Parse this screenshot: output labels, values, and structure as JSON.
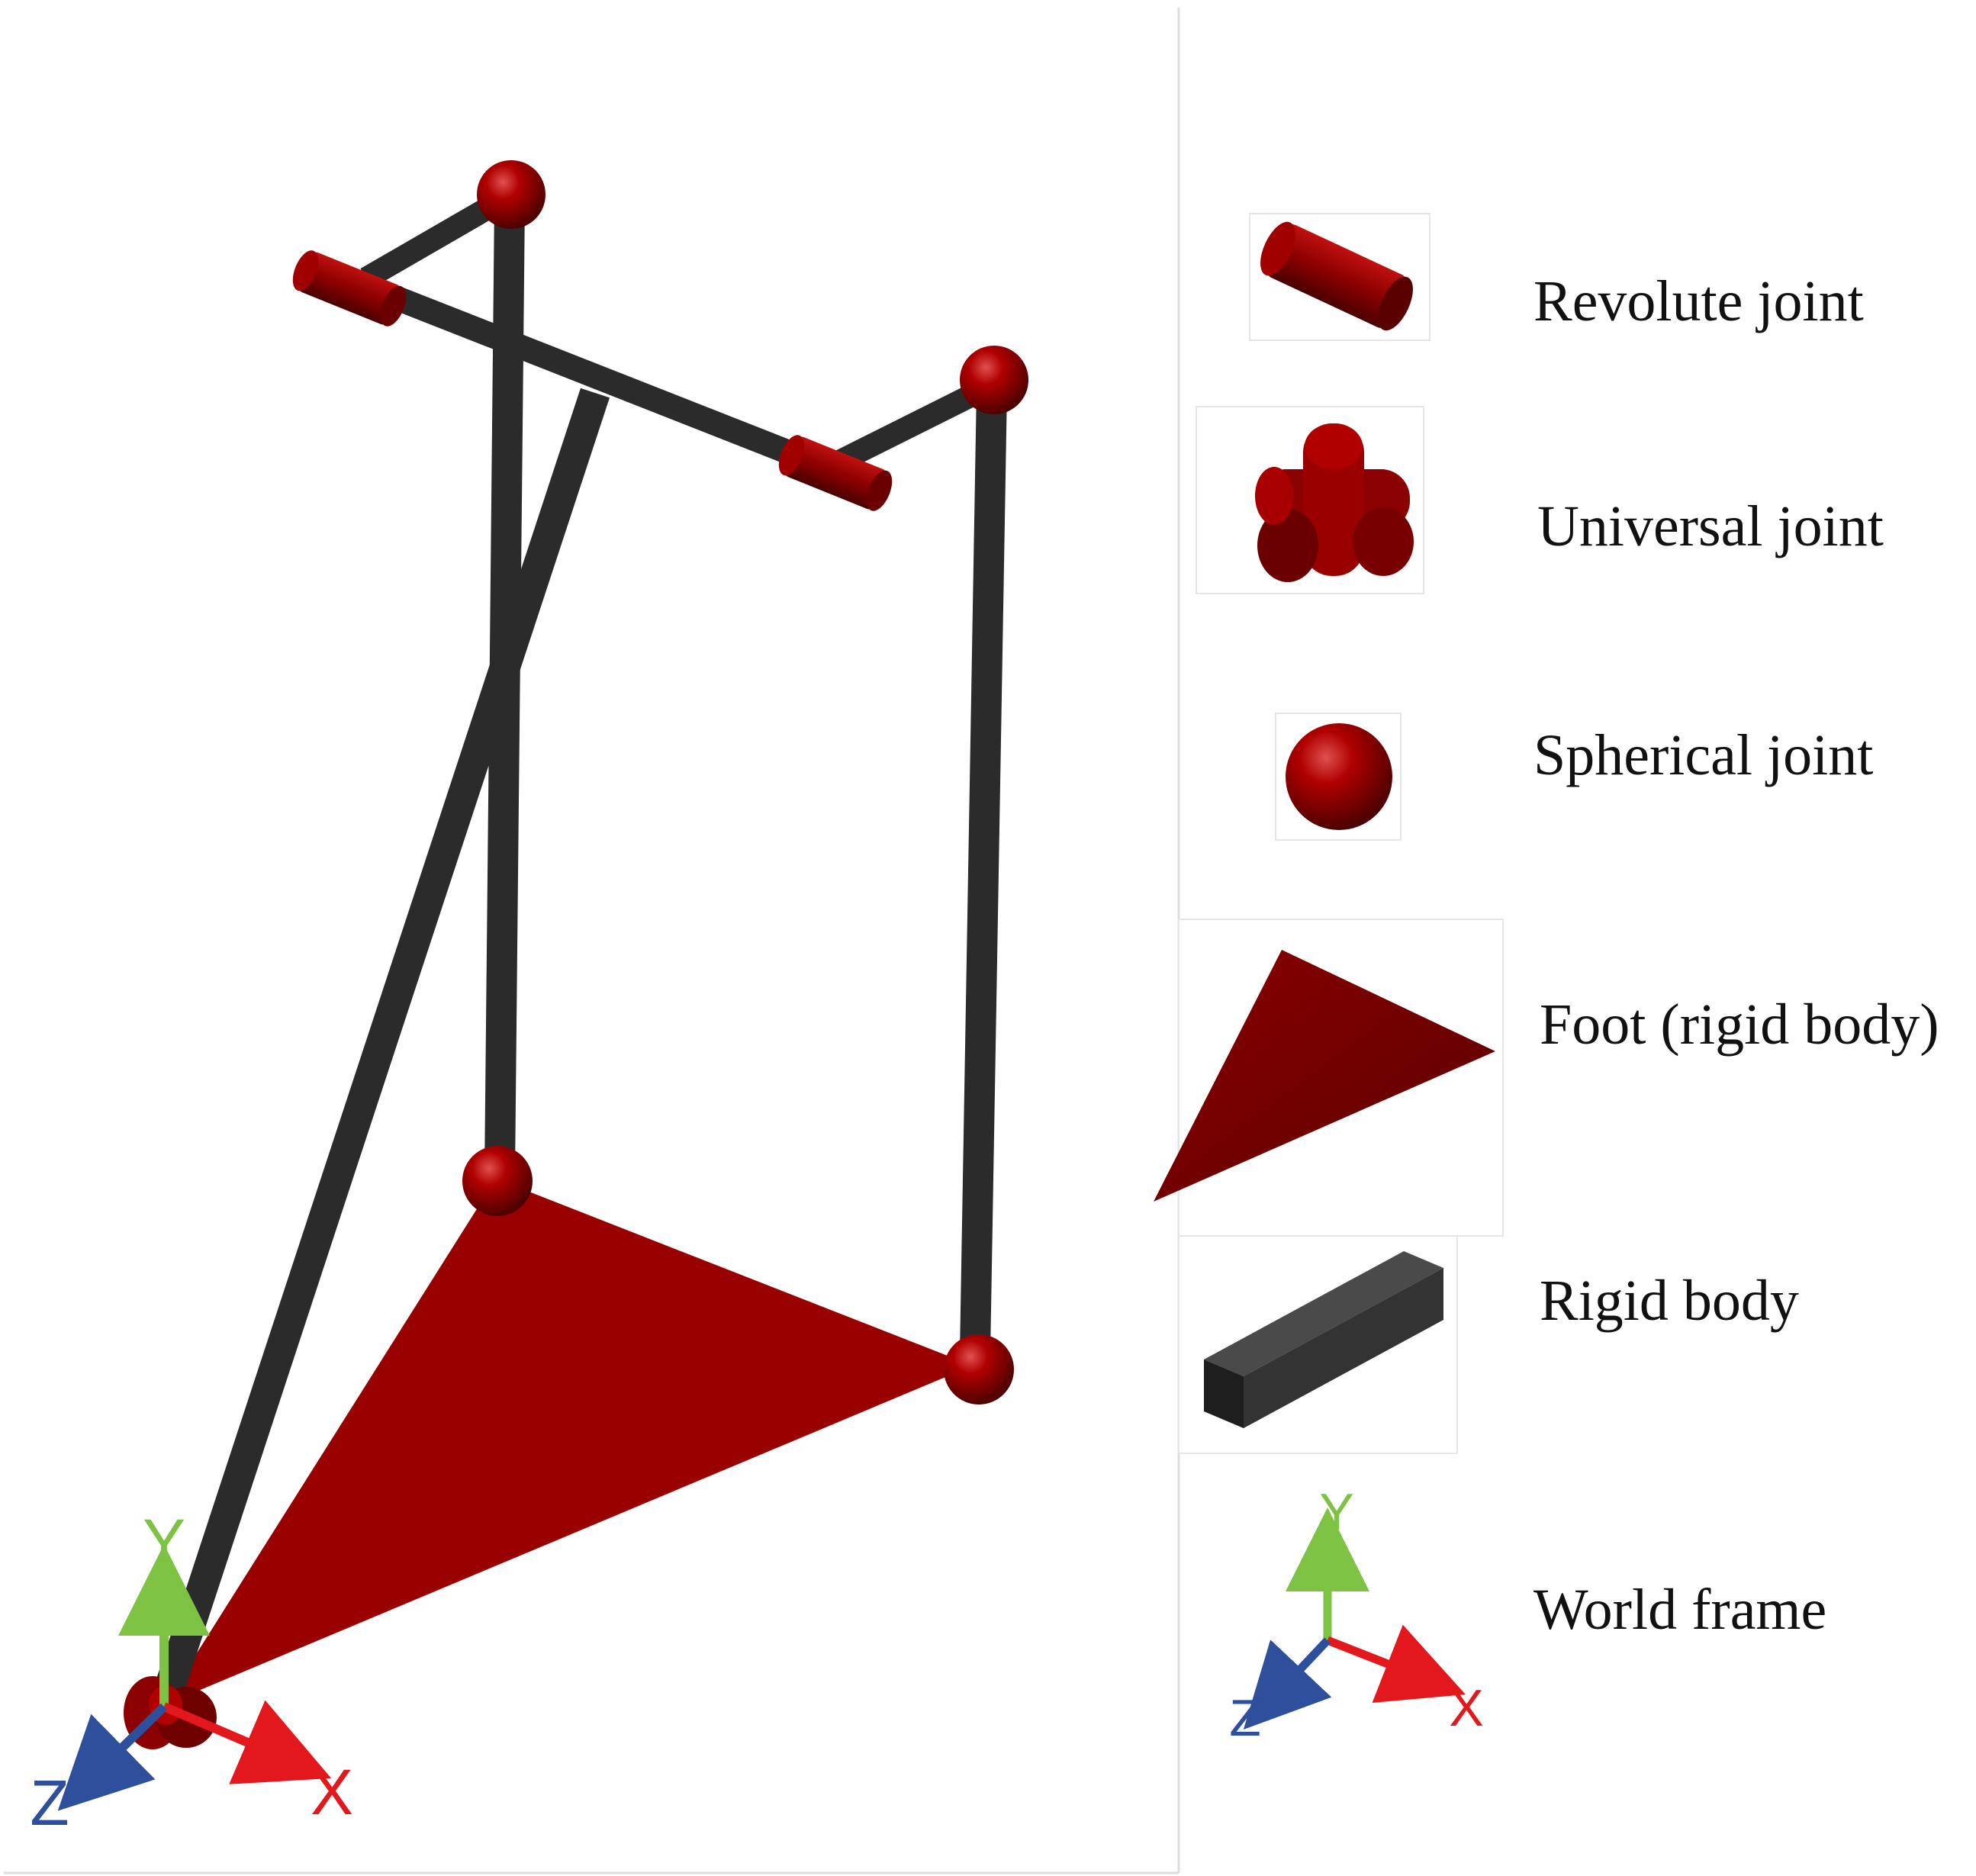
{
  "colors": {
    "joint": "#8b0000",
    "joint_dark": "#5a0000",
    "foot": "#990000",
    "foot_legend": "#6e0000",
    "rigid_body": "#2b2b2b",
    "axis_x": "#e3181c",
    "axis_y": "#7dc242",
    "axis_z": "#2e4f9c"
  },
  "legend": {
    "items": [
      {
        "icon": "revolute-joint-icon",
        "label": "Revolute joint"
      },
      {
        "icon": "universal-joint-icon",
        "label": "Universal joint"
      },
      {
        "icon": "spherical-joint-icon",
        "label": "Spherical joint"
      },
      {
        "icon": "foot-icon",
        "label": "Foot (rigid body)"
      },
      {
        "icon": "rigid-body-icon",
        "label": "Rigid body"
      },
      {
        "icon": "world-frame-icon",
        "label": "World frame"
      }
    ]
  },
  "axes": {
    "x": "X",
    "y": "Y",
    "z": "Z"
  }
}
